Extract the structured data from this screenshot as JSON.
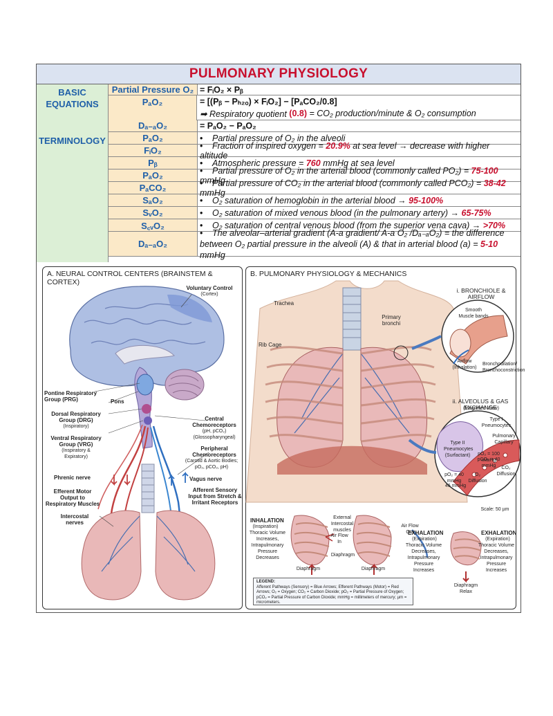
{
  "title": "PULMONARY PHYSIOLOGY",
  "basic_equations_label": "BASIC EQUATIONS",
  "terminology_label": "TERMINOLOGY",
  "equations": [
    {
      "symbol": "Partial Pressure O₂",
      "formula": "= FᵢO₂ × Pᵦ"
    },
    {
      "symbol": "PₐO₂",
      "formula": "= [(Pᵦ − Pₕ₂ₒ) × FᵢO₂] − [PₐCO₂/0.8]"
    },
    {
      "symbol": "",
      "formula": "➡ Respiratory quotient",
      "rq_value": "(0.8)",
      "formula_tail": "= CO₂ production/minute & O₂ consumption"
    },
    {
      "symbol": "Dₐ₋ₐO₂",
      "formula": "= PₐO₂ − PₐO₂"
    }
  ],
  "terms": [
    {
      "symbol": "PₐO₂",
      "text": "Partial pressure of O₂ in the alveoli",
      "value": "",
      "tail": ""
    },
    {
      "symbol": "FᵢO₂",
      "text": "Fraction of inspired oxygen =",
      "value": "20.9%",
      "tail": "at sea level → decrease with higher altitude"
    },
    {
      "symbol": "Pᵦ",
      "text": "Atmospheric pressure =",
      "value": "760",
      "tail": "mmHg at sea level"
    },
    {
      "symbol": "PₐO₂",
      "text": "Partial pressure of O₂ in the arterial blood (commonly called PO₂) =",
      "value": "75-100",
      "tail": "mmHg"
    },
    {
      "symbol": "PₐCO₂",
      "text": "Partial pressure of CO₂ in the arterial blood (commonly called PCO₂) =",
      "value": "38-42",
      "tail": "mmHg"
    },
    {
      "symbol": "SₐO₂",
      "text": "O₂ saturation of hemoglobin in the arterial blood →",
      "value": "95-100%",
      "tail": ""
    },
    {
      "symbol": "SᵥO₂",
      "text": "O₂ saturation of mixed venous blood (in the pulmonary artery) →",
      "value": "65-75%",
      "tail": ""
    },
    {
      "symbol": "S꜀ᵥO₂",
      "text": "O₂ saturation of central venous blood (from the superior vena cava) →",
      "value": ">70%",
      "tail": ""
    },
    {
      "symbol": "Dₐ₋ₐO₂",
      "text": "The alveolar–arterial gradient (A-a gradient/ A-a O₂ /Dₐ₋ₐO₂) = the difference between O₂ partial pressure in the alveoli (A) & that in arterial blood (a) =",
      "value": "5-10",
      "tail": "mmHg"
    }
  ],
  "panel_a": {
    "title": "A. NEURAL CONTROL CENTERS (BRAINSTEM & CORTEX)",
    "labels": {
      "voluntary": "Voluntary Control",
      "voluntary_sub": "(Cortex)",
      "prg": "Pontine Respiratory Group (PRG)",
      "pons": "Pons",
      "drg": "Dorsal Respiratory Group (DRG)",
      "drg_sub": "(Inspiratory)",
      "vrg": "Ventral Respiratory Group (VRG)",
      "vrg_sub": "(Inspiratory & Expiratory)",
      "central_chemo": "Central Chemoreceptors",
      "central_sub": "(pH, pCO₂) (Glossopharyngeal)",
      "peripheral_chemo": "Peripheral Chemoreceptors",
      "peripheral_sub": "(Carotid & Aortic Bodies; pO₂, pCO₂, pH)",
      "phrenic": "Phrenic nerve",
      "vagus": "Vagus nerve",
      "efferent": "Efferent Motor Output to Respiratory Muscles",
      "afferent": "Afferent Sensory Input from Stretch & Irritant Receptors",
      "intercostal": "Intercostal nerves"
    }
  },
  "panel_b": {
    "title": "B. PULMONARY PHYSIOLOGY & MECHANICS",
    "labels": {
      "trachea": "Trachea",
      "primary_bronchi": "Primary bronchi",
      "rib_cage": "Rib Cage",
      "bronchiole_title": "i. BRONCHIOLE & AIRFLOW",
      "smooth_muscle": "Smooth Muscle bands",
      "airflow": "Airflow (Inhalation)",
      "bronchodilation": "Bronchodilation/ Bronchoconstriction",
      "alveolus_title": "ii. ALVEOLUS & GAS EXCHANGE",
      "magnified": "(Magnified View)",
      "type1": "Type I Pneumocytes",
      "type2": "Type II Pneumocytes (Surfactant)",
      "capillary": "Pulmonary Capillary",
      "po2_100": "pO₂ = 100 mmHg",
      "pco2_40": "pCO₂ = 40 mmHg",
      "co2_diff": "CO₂ Diffusion",
      "o2_diff": "O₂ Diffusion",
      "po2_40": "pO₂ = 40 mmHg",
      "pco2_46": "46 mmHg",
      "scale": "Scale: 50 µm",
      "inhalation": "INHALATION",
      "inhalation_sub": "(Inspiration)",
      "inhalation_desc": "Thoracic Volume Increases, Intrapulmonary Pressure Decreases",
      "ext_intercostal": "External Intercostal muscles",
      "airflow_in": "Air Flow In",
      "diaphragm": "Diaphragm",
      "airflow_out": "Air Flow Out",
      "exhalation": "EXHALATION",
      "exhalation_sub": "(Expiration)",
      "exhalation_desc": "Thoracic Volume Decreases, Intrapulmonary Pressure Increases",
      "diaphragm_relax": "Diaphragm Relax"
    },
    "legend_title": "LEGEND:",
    "legend_text": "Afferent Pathways (Sensory) = Blue Arrows; Efferent Pathways (Motor) = Red Arrows; O₂ = Oxygen; CO₂ = Carbon Dioxide; pO₂ = Partial Pressure of Oxygen; pCO₂ = Partial Pressure of Carbon Dioxide; mmHg = millimeters of mercury; µm = micrometers."
  },
  "colors": {
    "title_red": "#c8102e",
    "label_blue": "#1f5fa8",
    "left_col_green": "#dcefd6",
    "symbol_col_tan": "#fbe9c8",
    "header_blue": "#dbe3f1"
  }
}
